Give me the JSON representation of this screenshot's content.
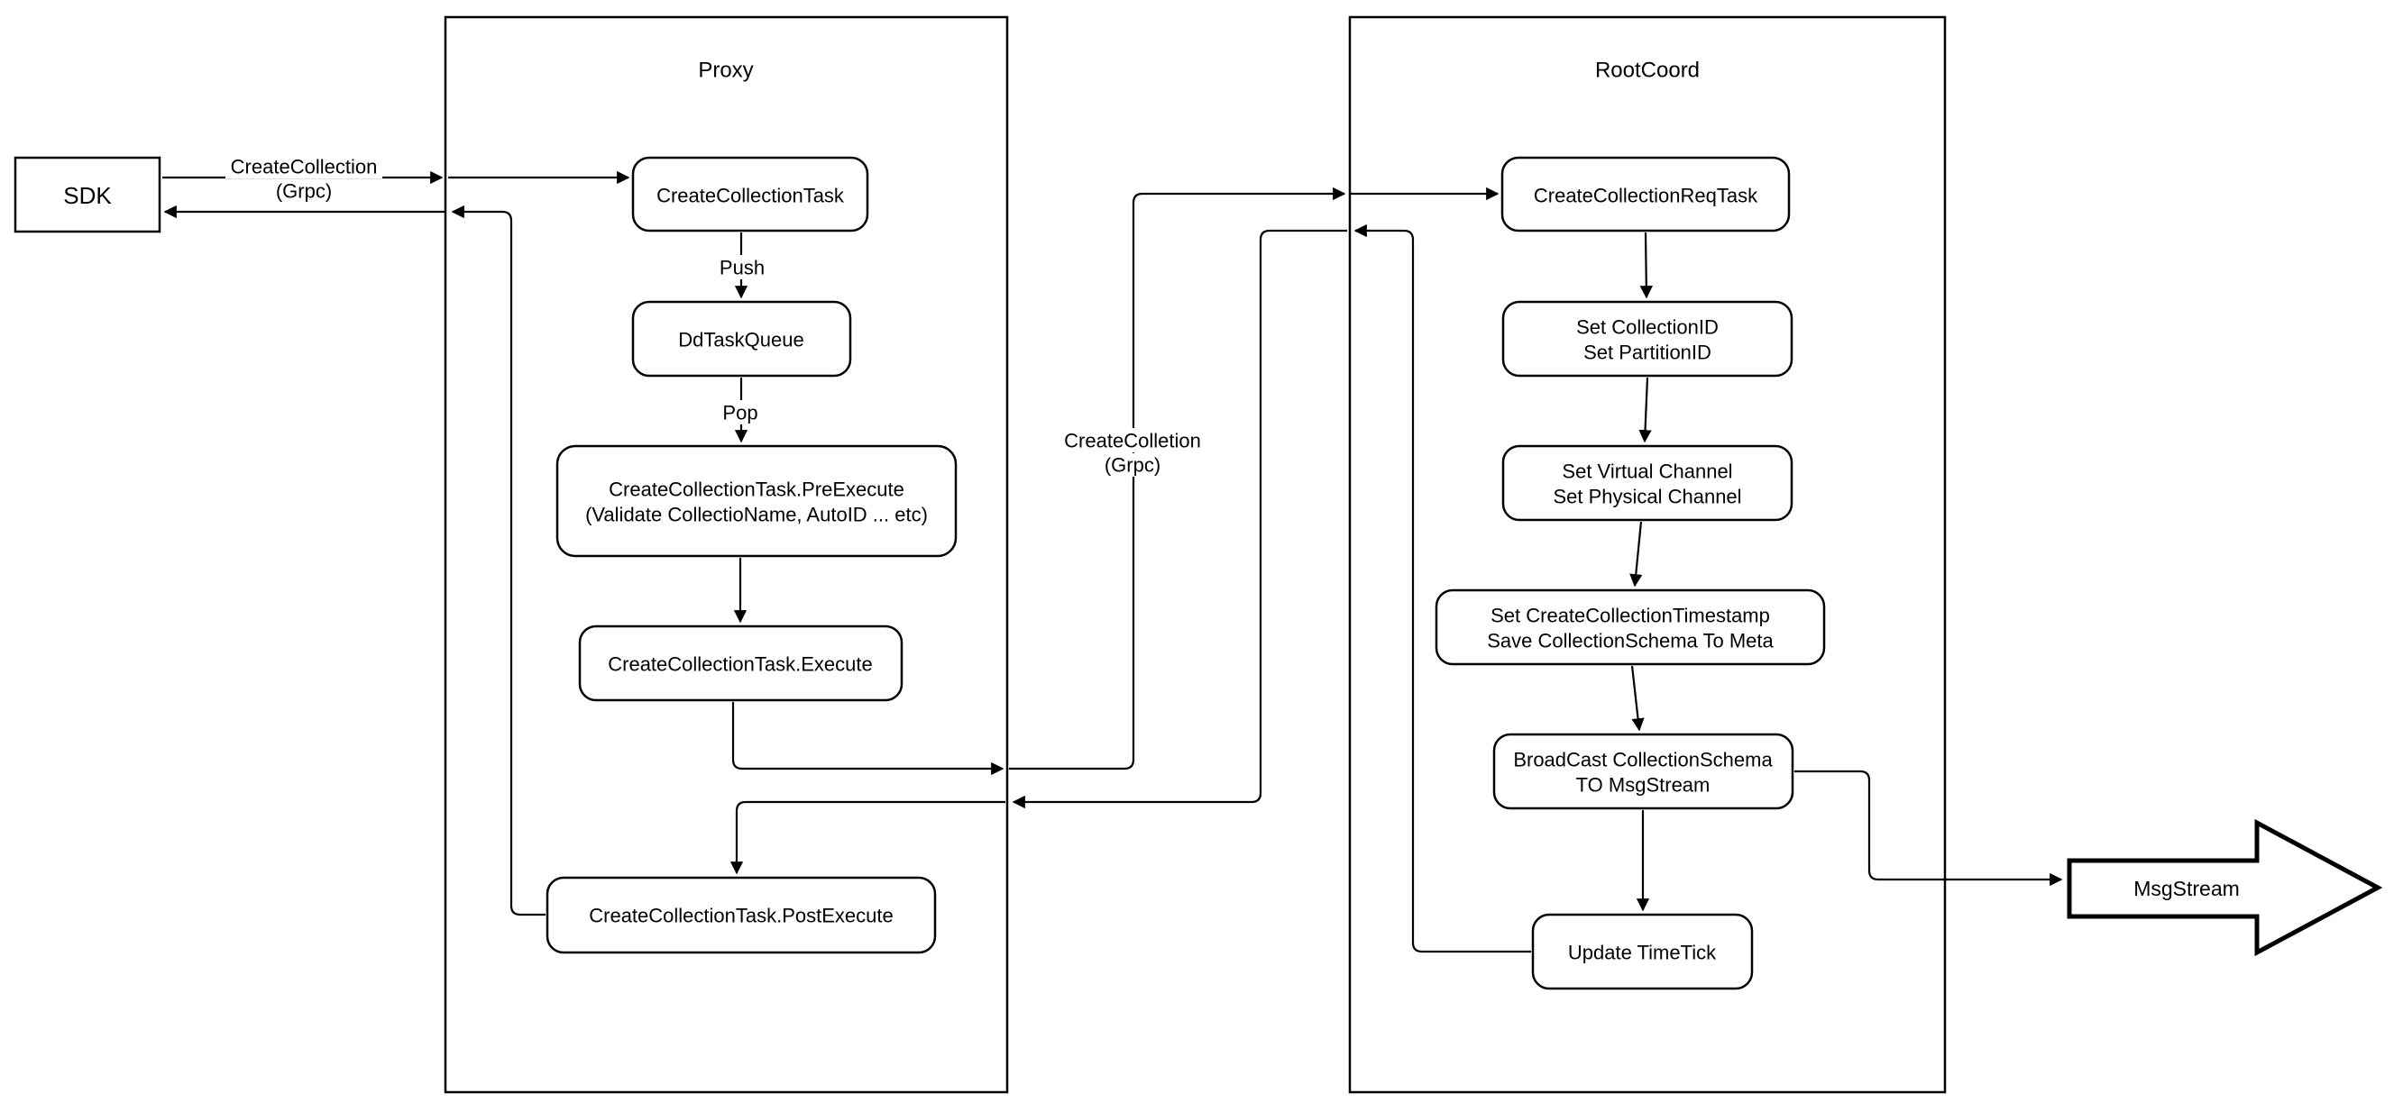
{
  "sdk": {
    "label": "SDK"
  },
  "proxy": {
    "title": "Proxy",
    "nodes": {
      "create_collection_task": {
        "label": "CreateCollectionTask"
      },
      "dd_task_queue": {
        "label": "DdTaskQueue"
      },
      "pre_execute": {
        "line1": "CreateCollectionTask.PreExecute",
        "line2": "(Validate CollectioName, AutoID ... etc)"
      },
      "execute": {
        "label": "CreateCollectionTask.Execute"
      },
      "post_execute": {
        "label": "CreateCollectionTask.PostExecute"
      }
    }
  },
  "rootcoord": {
    "title": "RootCoord",
    "nodes": {
      "req_task": {
        "label": "CreateCollectionReqTask"
      },
      "set_ids": {
        "line1": "Set CollectionID",
        "line2": "Set PartitionID"
      },
      "set_channels": {
        "line1": "Set Virtual Channel",
        "line2": "Set Physical Channel"
      },
      "set_timestamp": {
        "line1": "Set CreateCollectionTimestamp",
        "line2": "Save CollectionSchema To Meta"
      },
      "broadcast": {
        "line1": "BroadCast CollectionSchema",
        "line2": "TO MsgStream"
      },
      "update_timetick": {
        "label": "Update TimeTick"
      }
    }
  },
  "edge_labels": {
    "sdk_grpc_line1": "CreateCollection",
    "sdk_grpc_line2": "(Grpc)",
    "push": "Push",
    "pop": "Pop",
    "proxy_grpc_line1": "CreateColletion",
    "proxy_grpc_line2": "(Grpc)"
  },
  "msgstream": {
    "label": "MsgStream"
  },
  "colors": {
    "stroke": "#000000",
    "background": "#ffffff"
  }
}
